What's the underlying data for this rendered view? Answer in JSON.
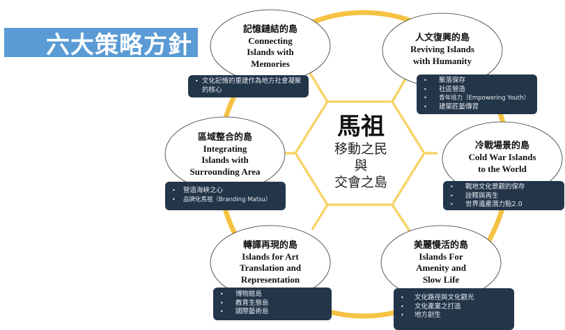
{
  "title": "六大策略方針",
  "colors": {
    "banner": "#5b9bd5",
    "ring": "#f5c242",
    "hex": "#f8d36a",
    "note_bg": "#233549",
    "note_text": "#e6ebf2"
  },
  "center": {
    "title": "馬祖",
    "line1": "移動之民",
    "line2": "與",
    "line3": "交會之島"
  },
  "strategies": [
    {
      "zh": "記憶鏈結的島",
      "en": "Connecting\nIslands with\nMemories",
      "bullets": [
        "文化記憶的重建作為地方社會凝聚的核心"
      ]
    },
    {
      "zh": "人文復興的島",
      "en": "Reviving Islands\nwith Humanity",
      "bullets": [
        "聚落保存",
        "社區營造",
        "青年培力（Empowering Youth）",
        "建築匠藝傳習"
      ]
    },
    {
      "zh": "區域整合的島",
      "en": "Integrating\nIslands with\nSurrounding Area",
      "bullets": [
        "營造海峽之心",
        "品牌化馬祖（Branding Matsu）"
      ]
    },
    {
      "zh": "冷戰場景的島",
      "en": "Cold War Islands\nto the World",
      "bullets": [
        "戰地文化景觀的保存",
        "詮釋與再生",
        "世界遺產潛力點2.0"
      ]
    },
    {
      "zh": "轉譯再現的島",
      "en": "Islands for Art\nTranslation and\nRepresentation",
      "bullets": [
        "博物館島",
        "教育生態島",
        "國際藝術島"
      ]
    },
    {
      "zh": "美麗慢活的島",
      "en": "Islands For\nAmenity and\nSlow Life",
      "bullets": [
        "文化路徑與文化觀光",
        "文化產業之打造",
        "地方創生"
      ]
    }
  ]
}
